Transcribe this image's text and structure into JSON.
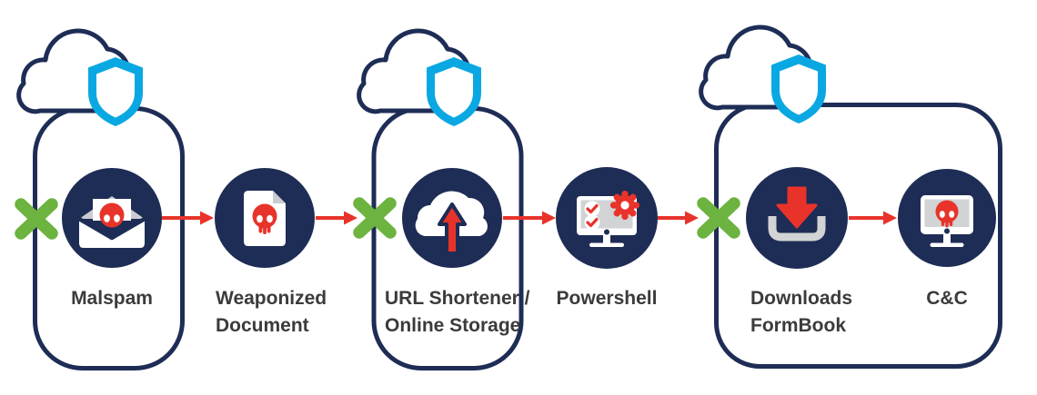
{
  "colors": {
    "navy": "#1E2D55",
    "cyan": "#0AA8E2",
    "green": "#6CB33F",
    "red": "#E8332A",
    "light_gray": "#D1D3D4",
    "mid_gray": "#C9CCD1",
    "label_text": "#3B3B3B",
    "background": "#FFFFFF"
  },
  "steps": [
    {
      "id": "malspam",
      "label": "Malspam",
      "icon": "envelope-skull-icon",
      "blocked_by_shield": true
    },
    {
      "id": "weaponized-document",
      "label": "Weaponized\nDocument",
      "icon": "document-skull-icon",
      "blocked_by_shield": false
    },
    {
      "id": "url-shortener-online-storage",
      "label": "URL Shortener /\nOnline Storage",
      "icon": "cloud-upload-icon",
      "blocked_by_shield": true
    },
    {
      "id": "powershell",
      "label": "Powershell",
      "icon": "monitor-checklist-gear-icon",
      "blocked_by_shield": false
    },
    {
      "id": "downloads-formbook",
      "label": "Downloads\nFormBook",
      "icon": "download-tray-icon",
      "blocked_by_shield": true
    },
    {
      "id": "cc",
      "label": "C&C",
      "icon": "monitor-skull-icon",
      "blocked_by_shield": false
    }
  ],
  "protection_groups": [
    {
      "icon": "cloud-shield-icon",
      "covers": "Malspam"
    },
    {
      "icon": "cloud-shield-icon",
      "covers": "URL Shortener / Online Storage"
    },
    {
      "icon": "cloud-shield-icon",
      "covers": "Downloads FormBook, C&C"
    }
  ]
}
